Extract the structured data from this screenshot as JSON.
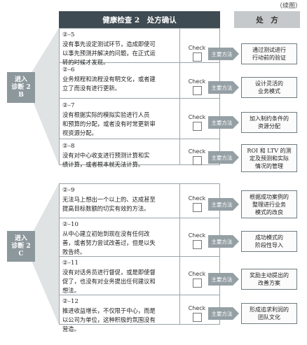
{
  "continuation": "（续图）",
  "header": {
    "title": "健康检查 2　处方确认",
    "right": "处　方"
  },
  "colors": {
    "header_dark": "#3f4b52",
    "header_light": "#c5c9cb",
    "entry_gray": "#8d989d",
    "method_gray": "#95a0a5",
    "border": "#9aa3a8"
  },
  "check_label": "Check",
  "method_label": "主要方法",
  "sections": [
    {
      "entry": [
        "进入",
        "诊断 2",
        "B"
      ],
      "items": [
        {
          "num": "②–5",
          "lines": [
            "没有事先设定测试环节，造成即使可",
            "以事先预测并解决的问题，在正式运",
            "转的时候才发现。"
          ],
          "rx": [
            "通过测试进行",
            "行动前的验证"
          ]
        },
        {
          "num": "②–6",
          "lines": [
            "业务规程和流程没有明文化，或者建",
            "立了而没有进行更新。"
          ],
          "rx": [
            "设计灵活的",
            "业务模式"
          ]
        },
        {
          "num": "②–7",
          "lines": [
            "没有根据实际的模拟实验进行人员",
            "和预算的分配，或者没有时常更新审",
            "视资源分配。"
          ],
          "rx": [
            "加入制约条件的",
            "资源分配"
          ]
        },
        {
          "num": "②–8",
          "lines": [
            "没有对中心收支进行预测计算和实",
            "绩计算，或者根本就无法计算。"
          ],
          "rx": [
            "ROI 和 LTV 的测",
            "定及预测和实际",
            "情况的管理"
          ]
        }
      ]
    },
    {
      "entry": [
        "进入",
        "诊断 2",
        "C"
      ],
      "items": [
        {
          "num": "②–9",
          "lines": [
            "无法马上想出一个以上的、达成甚至",
            "提高目标数额的切实有效的方法。"
          ],
          "rx": [
            "根据成功案例的",
            "整理进行业务",
            "模式的改良"
          ]
        },
        {
          "num": "②–10",
          "lines": [
            "从中心建立初始到现在没有任何改",
            "善，或者努力尝试改善过，但是以失",
            "败告终。"
          ],
          "rx": [
            "成功模式的",
            "阶段性导入"
          ]
        },
        {
          "num": "②–11",
          "lines": [
            "没有对话务员进行督促，或是即使督",
            "促了，也没有对业务提出任何建议和",
            "想法。"
          ],
          "rx": [
            "奖励主动提出的",
            "改善方案"
          ]
        },
        {
          "num": "②–12",
          "lines": [
            "推进收益增长，不仅限于中心，而是",
            "以公司为单位，这种积极的氛围没有",
            "营造。"
          ],
          "rx": [
            "形成追求利润的",
            "团队文化"
          ]
        }
      ]
    }
  ]
}
